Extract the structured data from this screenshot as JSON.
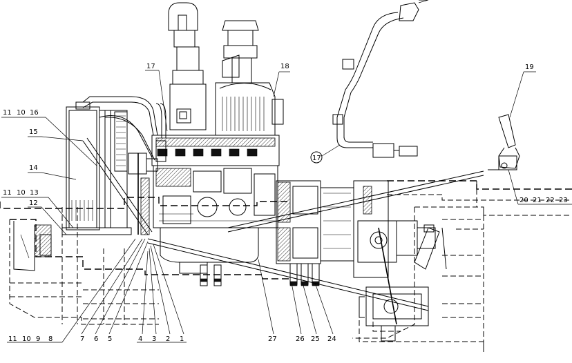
{
  "callouts": {
    "left_top": [
      "11",
      "10",
      "16"
    ],
    "c15": "15",
    "c14": "14",
    "left_mid": [
      "11",
      "10",
      "13"
    ],
    "c12": "12",
    "c17": "17",
    "c18": "18",
    "c19": "19",
    "right_row": [
      "20",
      "21",
      "22",
      "23"
    ],
    "bottom_row": [
      "11",
      "10",
      "9",
      "8",
      "7",
      "6",
      "5",
      "4",
      "3",
      "2",
      "1",
      "27",
      "26",
      "25",
      "24"
    ],
    "circled": "17"
  }
}
